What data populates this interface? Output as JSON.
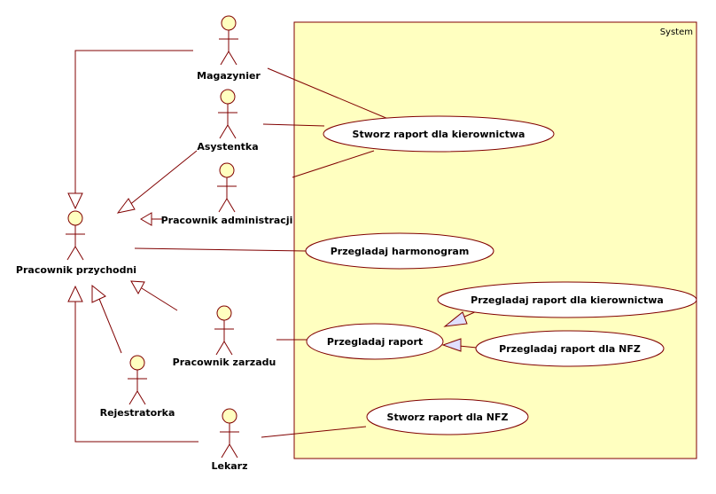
{
  "system": {
    "label": "System"
  },
  "actors": {
    "magazynier": "Magazynier",
    "asystentka": "Asystentka",
    "pracownik_administracji": "Pracownik administracji",
    "pracownik_przychodni": "Pracownik przychodni",
    "pracownik_zarzadu": "Pracownik zarzadu",
    "rejestratorka": "Rejestratorka",
    "lekarz": "Lekarz"
  },
  "use_cases": {
    "stworz_raport_kierownictwa": "Stworz raport dla kierownictwa",
    "przegladaj_harmonogram": "Przegladaj harmonogram",
    "przegladaj_raport_kierownictwa": "Przegladaj raport dla kierownictwa",
    "przegladaj_raport": "Przegladaj raport",
    "przegladaj_raport_nfz": "Przegladaj raport dla NFZ",
    "stworz_raport_nfz": "Stworz raport dla NFZ"
  },
  "colors": {
    "line": "#800000",
    "actor_fill": "#ffffc0",
    "system_fill": "#ffffc0",
    "usecase_fill": "#ffffff",
    "arrowhead_fill": "#ffffff",
    "special_arrowhead_fill": "#e0e0ff"
  }
}
